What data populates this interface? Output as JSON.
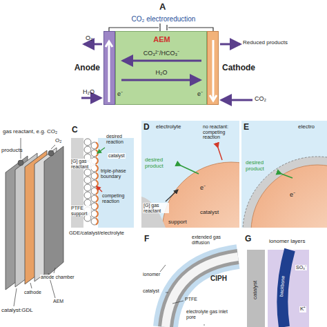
{
  "diagram": {
    "nodes": [
      {
        "text": [
          "Anode"
        ]
      },
      {
        "text": [
          "AEM"
        ]
      },
      {
        "text": [
          "Cathode"
        ]
      }
    ],
    "labels": [
      "A",
      "CO₂ electroreduction",
      "O₂",
      "H₂O",
      "Reduced products",
      "CO₂",
      "CO₃²⁻/HCO₃⁻",
      "H₂O",
      "e⁻",
      "e⁻",
      "gas reactant, e.g. CO₂",
      "O₂",
      "products",
      "anode chamber",
      "cathode",
      "AEM",
      "catalyst:GDL",
      "C",
      "desired reaction",
      "catalyst",
      "[G] gas reactant",
      "triple-phase boundary",
      "competing reaction",
      "PTFE support",
      "GDE/catalyst/electrolyte",
      "D",
      "electrolyte",
      "no reactant: competing reaction",
      "desired product",
      "e⁻",
      "[G] gas reactant",
      "catalyst",
      "support",
      "E",
      "desired product",
      "electro",
      "e⁻",
      "F",
      "extended gas diffusion",
      "ionomer",
      "catalyst",
      "PTFE",
      "CIPH",
      "electrolyte gas inlet pore",
      "G",
      "ionomer layers",
      "catalyst",
      "backbone",
      "SO₃⁻",
      "K⁺"
    ]
  }
}
